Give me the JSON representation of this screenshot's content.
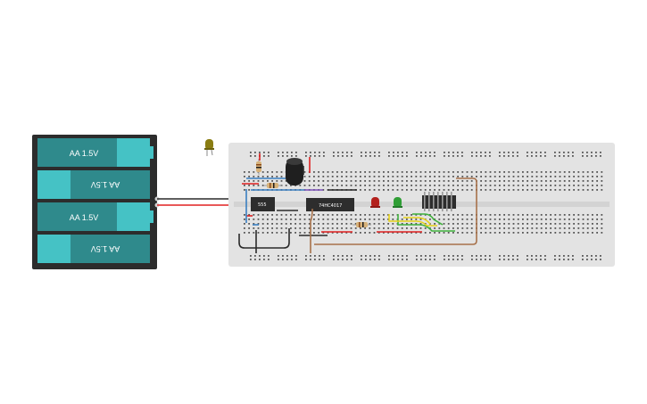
{
  "battery": {
    "cells": [
      {
        "label": "AA 1.5V",
        "flipped": false
      },
      {
        "label": "AA 1.5V",
        "flipped": true
      },
      {
        "label": "AA 1.5V",
        "flipped": false
      },
      {
        "label": "AA 1.5V",
        "flipped": true
      }
    ],
    "color_cell": "#2f8a8c",
    "color_cap": "#45c2c5",
    "color_case": "#2c2c2c"
  },
  "breadboard": {
    "color": "#e3e3e3"
  },
  "chips": {
    "timer_label": "555",
    "counter_label": "74HC4017"
  },
  "leds": [
    {
      "name": "loose-led",
      "color": "#8a7d12"
    },
    {
      "name": "red-led",
      "color": "#b3201c"
    },
    {
      "name": "green-led",
      "color": "#2f9e35"
    }
  ],
  "wires": {
    "red": "#e02020",
    "black": "#2a2a2a",
    "blue": "#3a7fc1",
    "brown": "#a7714a",
    "green": "#3fb13c",
    "yellow": "#e7d21b",
    "purple": "#7a4fb8"
  }
}
